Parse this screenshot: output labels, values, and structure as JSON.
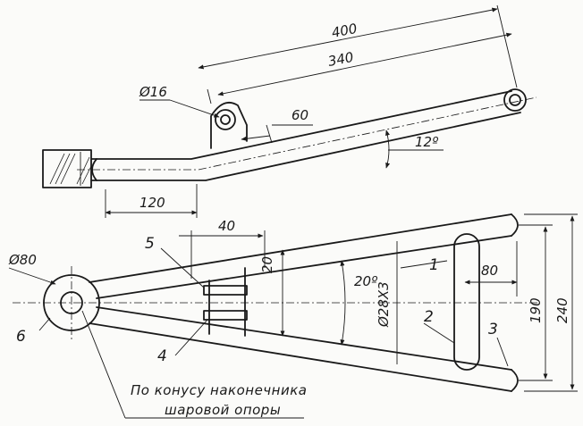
{
  "side_view": {
    "dims": {
      "overall_length": "400",
      "tube_length": "340",
      "hole_diameter": "Ø16",
      "bracket_offset": "60",
      "bend_angle": "12º",
      "straight_length": "120"
    }
  },
  "plan_view": {
    "dims": {
      "width_40": "40",
      "offset_20": "20",
      "angle_20": "20º",
      "tube_size": "Ø28X3",
      "crossbar_80": "80",
      "span_190": "190",
      "span_240": "240",
      "hub_diameter": "Ø80"
    },
    "callouts": [
      "1",
      "2",
      "3",
      "4",
      "5",
      "6"
    ],
    "note": [
      "По конусу наконечника",
      "шаровой опоры"
    ]
  },
  "colors": {
    "ink": "#1a1a1a",
    "paper": "#fbfbf9"
  }
}
